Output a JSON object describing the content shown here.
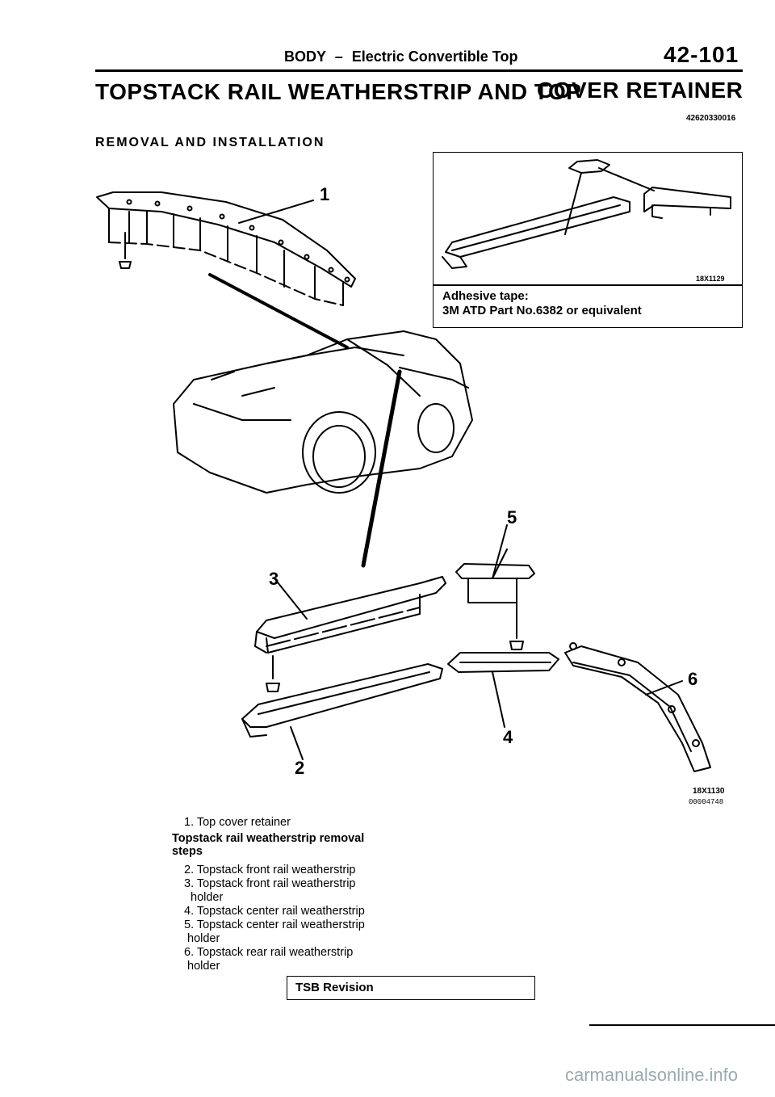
{
  "header": {
    "section": "BODY",
    "dash": "–",
    "subject": "Electric Convertible Top",
    "page_number": "42-101"
  },
  "title_left": "TOPSTACK RAIL WEATHERSTRIP AND TOP",
  "title_right": "COVER RETAINER",
  "doc_code": "42620330016",
  "subtitle": "REMOVAL AND INSTALLATION",
  "inset": {
    "code": "18X1129",
    "note_line1": "Adhesive tape:",
    "note_line2": "3M ATD Part No.6382 or equivalent"
  },
  "callouts": {
    "c1": "1",
    "c2": "2",
    "c3": "3",
    "c4": "4",
    "c5": "5",
    "c6": "6"
  },
  "figure_code": "18X1130",
  "figure_serial": "00004748",
  "legend": {
    "item1": "1. Top cover retainer",
    "steps_heading_1": "Topstack rail weatherstrip removal",
    "steps_heading_2": "steps",
    "item2": "2. Topstack front rail weatherstrip",
    "item3a": "3. Topstack front rail weatherstrip",
    "item3b": "holder",
    "item4": "4. Topstack center rail weatherstrip",
    "item5a": "5. Topstack center rail weatherstrip",
    "item5b": "holder",
    "item6a": "6. Topstack rear rail weatherstrip",
    "item6b": "holder"
  },
  "footer": {
    "tsb": "TSB Revision"
  },
  "watermark": "carmanualsonline.info"
}
